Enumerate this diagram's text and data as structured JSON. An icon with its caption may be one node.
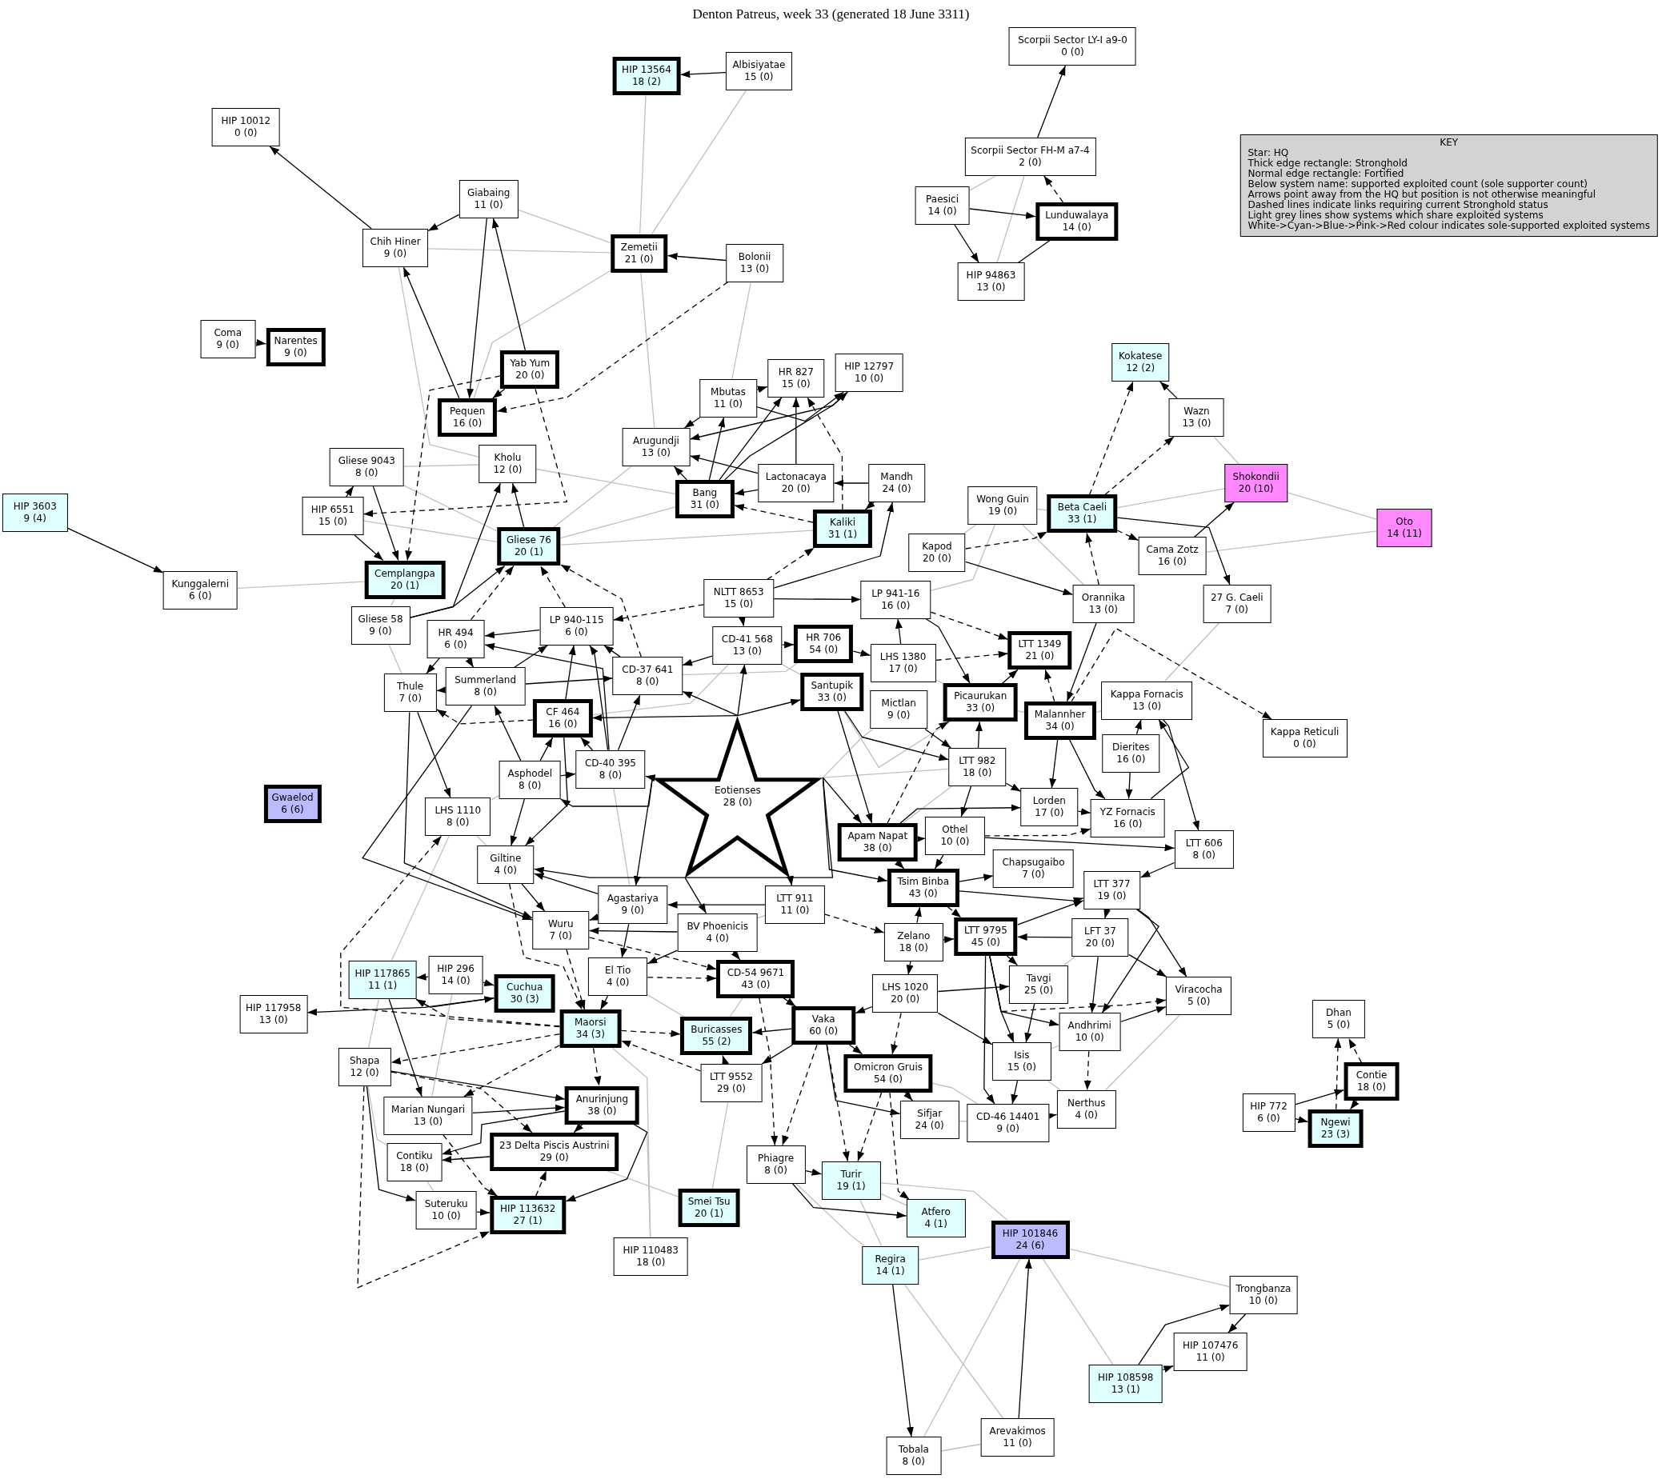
{
  "diagram": {
    "title": "Denton Patreus, week 33 (generated 18 June 3311)",
    "nodes": [
      {
        "text": [
          "HIP 13564",
          "18 (2)"
        ]
      },
      {
        "text": [
          "Albisiyatae",
          "15 (0)"
        ]
      },
      {
        "text": [
          "Scorpii Sector LY-I a9-0",
          "0 (0)"
        ]
      },
      {
        "text": [
          "HIP 10012",
          "0 (0)"
        ]
      },
      {
        "text": [
          "Scorpii Sector FH-M a7-4",
          "2 (0)"
        ]
      },
      {
        "text": [
          "KEY",
          "Star: HQ",
          "Thick edge rectangle: Stronghold",
          "Normal edge rectangle: Fortified",
          "Below system name: supported exploited count (sole supporter count)",
          "Arrows point away from the HQ but position is not otherwise meaningful",
          "Dashed lines indicate links requiring current Stronghold status",
          "Light grey lines show systems which share exploited systems",
          "White->Cyan->Blue->Pink->Red colour indicates sole-supported exploited systems"
        ]
      },
      {
        "text": [
          "Giabaing",
          "11 (0)"
        ]
      },
      {
        "text": [
          "Paesici",
          "14 (0)"
        ]
      },
      {
        "text": [
          "Lunduwalaya",
          "14 (0)"
        ]
      },
      {
        "text": [
          "Chih Hiner",
          "9 (0)"
        ]
      },
      {
        "text": [
          "Zemetii",
          "21 (0)"
        ]
      },
      {
        "text": [
          "Bolonii",
          "13 (0)"
        ]
      },
      {
        "text": [
          "HIP 94863",
          "13 (0)"
        ]
      },
      {
        "text": [
          "Coma",
          "9 (0)"
        ]
      },
      {
        "text": [
          "Narentes",
          "9 (0)"
        ]
      },
      {
        "text": [
          "Kokatese",
          "12 (2)"
        ]
      },
      {
        "text": [
          "Yab Yum",
          "20 (0)"
        ]
      },
      {
        "text": [
          "HR 827",
          "15 (0)"
        ]
      },
      {
        "text": [
          "HIP 12797",
          "10 (0)"
        ]
      },
      {
        "text": [
          "Mbutas",
          "11 (0)"
        ]
      },
      {
        "text": [
          "Pequen",
          "16 (0)"
        ]
      },
      {
        "text": [
          "Wazn",
          "13 (0)"
        ]
      },
      {
        "text": [
          "Arugundji",
          "13 (0)"
        ]
      },
      {
        "text": [
          "Kholu",
          "12 (0)"
        ]
      },
      {
        "text": [
          "Gliese 9043",
          "8 (0)"
        ]
      },
      {
        "text": [
          "Lactonacaya",
          "20 (0)"
        ]
      },
      {
        "text": [
          "Mandh",
          "24 (0)"
        ]
      },
      {
        "text": [
          "Shokondii",
          "20 (10)"
        ]
      },
      {
        "text": [
          "Bang",
          "31 (0)"
        ]
      },
      {
        "text": [
          "Wong Guin",
          "19 (0)"
        ]
      },
      {
        "text": [
          "HIP 3603",
          "9 (4)"
        ]
      },
      {
        "text": [
          "Beta Caeli",
          "33 (1)"
        ]
      },
      {
        "text": [
          "HIP 6551",
          "15 (0)"
        ]
      },
      {
        "text": [
          "Oto",
          "14 (11)"
        ]
      },
      {
        "text": [
          "Kaliki",
          "31 (1)"
        ]
      },
      {
        "text": [
          "Gliese 76",
          "20 (1)"
        ]
      },
      {
        "text": [
          "Cama Zotz",
          "16 (0)"
        ]
      },
      {
        "text": [
          "Kapod",
          "20 (0)"
        ]
      },
      {
        "text": [
          "Cemplangpa",
          "20 (1)"
        ]
      },
      {
        "text": [
          "Kunggalerni",
          "6 (0)"
        ]
      },
      {
        "text": [
          "27 G. Caeli",
          "7 (0)"
        ]
      },
      {
        "text": [
          "Orannika",
          "13 (0)"
        ]
      },
      {
        "text": [
          "NLTT 8653",
          "15 (0)"
        ]
      },
      {
        "text": [
          "LP 941-16",
          "16 (0)"
        ]
      },
      {
        "text": [
          "LP 940-115",
          "6 (0)"
        ]
      },
      {
        "text": [
          "Gliese 58",
          "9 (0)"
        ]
      },
      {
        "text": [
          "HR 494",
          "6 (0)"
        ]
      },
      {
        "text": [
          "CD-41 568",
          "13 (0)"
        ]
      },
      {
        "text": [
          "HR 706",
          "54 (0)"
        ]
      },
      {
        "text": [
          "LTT 1349",
          "21 (0)"
        ]
      },
      {
        "text": [
          "LHS 1380",
          "17 (0)"
        ]
      },
      {
        "text": [
          "CD-37 641",
          "8 (0)"
        ]
      },
      {
        "text": [
          "Summerland",
          "8 (0)"
        ]
      },
      {
        "text": [
          "Thule",
          "7 (0)"
        ]
      },
      {
        "text": [
          "Santupik",
          "33 (0)"
        ]
      },
      {
        "text": [
          "Kappa Fornacis",
          "13 (0)"
        ]
      },
      {
        "text": [
          "Picaurukan",
          "33 (0)"
        ]
      },
      {
        "text": [
          "Mictlan",
          "9 (0)"
        ]
      },
      {
        "text": [
          "CF 464",
          "16 (0)"
        ]
      },
      {
        "text": [
          "Malannher",
          "34 (0)"
        ]
      },
      {
        "text": [
          "Kappa Reticuli",
          "0 (0)"
        ]
      },
      {
        "text": [
          "Dierites",
          "16 (0)"
        ]
      },
      {
        "text": [
          "CD-40 395",
          "8 (0)"
        ]
      },
      {
        "text": [
          "Asphodel",
          "8 (0)"
        ]
      },
      {
        "text": [
          "LTT 982",
          "18 (0)"
        ]
      },
      {
        "text": [
          "Eotienses",
          "28 (0)"
        ]
      },
      {
        "text": [
          "Gwaelod",
          "6 (6)"
        ]
      },
      {
        "text": [
          "Lorden",
          "17 (0)"
        ]
      },
      {
        "text": [
          "LHS 1110",
          "8 (0)"
        ]
      },
      {
        "text": [
          "Othel",
          "10 (0)"
        ]
      },
      {
        "text": [
          "YZ Fornacis",
          "16 (0)"
        ]
      },
      {
        "text": [
          "Apam Napat",
          "38 (0)"
        ]
      },
      {
        "text": [
          "LTT 606",
          "8 (0)"
        ]
      },
      {
        "text": [
          "Giltine",
          "4 (0)"
        ]
      },
      {
        "text": [
          "Chapsugaibo",
          "7 (0)"
        ]
      },
      {
        "text": [
          "Tsim Binba",
          "43 (0)"
        ]
      },
      {
        "text": [
          "LTT 377",
          "19 (0)"
        ]
      },
      {
        "text": [
          "Agastariya",
          "9 (0)"
        ]
      },
      {
        "text": [
          "LTT 911",
          "11 (0)"
        ]
      },
      {
        "text": [
          "Wuru",
          "7 (0)"
        ]
      },
      {
        "text": [
          "BV Phoenicis",
          "4 (0)"
        ]
      },
      {
        "text": [
          "LTT 9795",
          "45 (0)"
        ]
      },
      {
        "text": [
          "LFT 37",
          "20 (0)"
        ]
      },
      {
        "text": [
          "Zelano",
          "18 (0)"
        ]
      },
      {
        "text": [
          "HIP 296",
          "14 (0)"
        ]
      },
      {
        "text": [
          "HIP 117865",
          "11 (1)"
        ]
      },
      {
        "text": [
          "El Tio",
          "4 (0)"
        ]
      },
      {
        "text": [
          "CD-54 9671",
          "43 (0)"
        ]
      },
      {
        "text": [
          "Tavgi",
          "25 (0)"
        ]
      },
      {
        "text": [
          "Cuchua",
          "30 (3)"
        ]
      },
      {
        "text": [
          "LHS 1020",
          "20 (0)"
        ]
      },
      {
        "text": [
          "Viracocha",
          "5 (0)"
        ]
      },
      {
        "text": [
          "HIP 117958",
          "13 (0)"
        ]
      },
      {
        "text": [
          "Dhan",
          "5 (0)"
        ]
      },
      {
        "text": [
          "Maorsi",
          "34 (3)"
        ]
      },
      {
        "text": [
          "Vaka",
          "60 (0)"
        ]
      },
      {
        "text": [
          "Andhrimi",
          "10 (0)"
        ]
      },
      {
        "text": [
          "Buricasses",
          "55 (2)"
        ]
      },
      {
        "text": [
          "Isis",
          "15 (0)"
        ]
      },
      {
        "text": [
          "Shapa",
          "12 (0)"
        ]
      },
      {
        "text": [
          "Omicron Gruis",
          "54 (0)"
        ]
      },
      {
        "text": [
          "LTT 9552",
          "29 (0)"
        ]
      },
      {
        "text": [
          "Contie",
          "18 (0)"
        ]
      },
      {
        "text": [
          "Nerthus",
          "4 (0)"
        ]
      },
      {
        "text": [
          "Anurinjung",
          "38 (0)"
        ]
      },
      {
        "text": [
          "Marian Nungari",
          "13 (0)"
        ]
      },
      {
        "text": [
          "HIP 772",
          "6 (0)"
        ]
      },
      {
        "text": [
          "Sifjar",
          "24 (0)"
        ]
      },
      {
        "text": [
          "CD-46 14401",
          "9 (0)"
        ]
      },
      {
        "text": [
          "Ngewi",
          "23 (3)"
        ]
      },
      {
        "text": [
          "23 Delta Piscis Austrini",
          "29 (0)"
        ]
      },
      {
        "text": [
          "Contiku",
          "18 (0)"
        ]
      },
      {
        "text": [
          "Phiagre",
          "8 (0)"
        ]
      },
      {
        "text": [
          "Turir",
          "19 (1)"
        ]
      },
      {
        "text": [
          "Smei Tsu",
          "20 (1)"
        ]
      },
      {
        "text": [
          "Suteruku",
          "10 (0)"
        ]
      },
      {
        "text": [
          "HIP 113632",
          "27 (1)"
        ]
      },
      {
        "text": [
          "Atfero",
          "4 (1)"
        ]
      },
      {
        "text": [
          "HIP 101846",
          "24 (6)"
        ]
      },
      {
        "text": [
          "Regira",
          "14 (1)"
        ]
      },
      {
        "text": [
          "HIP 110483",
          "18 (0)"
        ]
      },
      {
        "text": [
          "Trongbanza",
          "10 (0)"
        ]
      },
      {
        "text": [
          "HIP 107476",
          "11 (0)"
        ]
      },
      {
        "text": [
          "HIP 108598",
          "13 (1)"
        ]
      },
      {
        "text": [
          "Arevakimos",
          "11 (0)"
        ]
      },
      {
        "text": [
          "Tobala",
          "8 (0)"
        ]
      }
    ],
    "edges": [
      {
        "from": 1,
        "to": 0,
        "arrow": "to"
      },
      {
        "from": 4,
        "to": 2,
        "arrow": "to"
      },
      {
        "from": 7,
        "to": 8,
        "arrow": "to"
      },
      {
        "from": 7,
        "to": 12,
        "arrow": "to"
      },
      {
        "from": 9,
        "to": 3,
        "arrow": "to"
      },
      {
        "from": 6,
        "to": 9,
        "arrow": "to"
      },
      {
        "from": 6,
        "to": 20,
        "arrow": "to"
      },
      {
        "from": 16,
        "to": 6,
        "arrow": "to"
      },
      {
        "from": 20,
        "to": 9,
        "arrow": "to"
      },
      {
        "from": 11,
        "to": 10,
        "arrow": "to"
      },
      {
        "from": 13,
        "to": 14,
        "arrow": "to"
      },
      {
        "from": 16,
        "to": 20,
        "arrow": "to"
      },
      {
        "from": 32,
        "to": 24,
        "arrow": "to"
      },
      {
        "from": 24,
        "to": 38,
        "arrow": "to"
      },
      {
        "from": 32,
        "to": 38,
        "arrow": "to"
      },
      {
        "from": 35,
        "to": 23,
        "arrow": "to"
      },
      {
        "from": 45,
        "to": 23,
        "arrow": "to"
      },
      {
        "from": 45,
        "to": 35,
        "arrow": "to"
      },
      {
        "from": 30,
        "to": 39,
        "arrow": "to"
      },
      {
        "from": 19,
        "to": 22,
        "arrow": "to"
      },
      {
        "from": 28,
        "to": 19,
        "arrow": "to"
      },
      {
        "from": 28,
        "to": 17,
        "arrow": "to"
      },
      {
        "from": 28,
        "to": 18,
        "arrow": "to"
      },
      {
        "from": 28,
        "to": 22,
        "arrow": "to"
      },
      {
        "from": 19,
        "to": 17,
        "arrow": "to"
      },
      {
        "from": 19,
        "to": 18,
        "arrow": "to"
      },
      {
        "from": 25,
        "to": 28,
        "arrow": "to"
      },
      {
        "from": 25,
        "to": 22,
        "arrow": "to"
      },
      {
        "from": 25,
        "to": 17,
        "arrow": "to"
      },
      {
        "from": 26,
        "to": 25,
        "arrow": "to"
      },
      {
        "from": 26,
        "to": 34,
        "arrow": "to"
      },
      {
        "from": 18,
        "to": 22,
        "arrow": "to"
      },
      {
        "from": 42,
        "to": 26,
        "arrow": "to"
      },
      {
        "from": 21,
        "to": 15,
        "arrow": "to"
      },
      {
        "from": 36,
        "to": 27,
        "arrow": "to"
      },
      {
        "from": 31,
        "to": 40,
        "arrow": "to"
      },
      {
        "from": 37,
        "to": 41,
        "arrow": "to"
      },
      {
        "from": 41,
        "to": 59,
        "arrow": "to"
      },
      {
        "from": 50,
        "to": 43,
        "arrow": "to"
      },
      {
        "from": 43,
        "to": 56,
        "arrow": "to"
      },
      {
        "from": 48,
        "to": 50,
        "arrow": "to"
      },
      {
        "from": 47,
        "to": 48,
        "arrow": "to"
      },
      {
        "from": 47,
        "to": 51,
        "arrow": "to"
      },
      {
        "from": 42,
        "to": 47,
        "arrow": "to"
      },
      {
        "from": 42,
        "to": 43,
        "arrow": "to"
      },
      {
        "from": 44,
        "to": 46,
        "arrow": "to"
      },
      {
        "from": 62,
        "to": 46,
        "arrow": "to"
      },
      {
        "from": 46,
        "to": 53,
        "arrow": "to"
      },
      {
        "from": 46,
        "to": 52,
        "arrow": "to"
      },
      {
        "from": 52,
        "to": 51,
        "arrow": "to"
      },
      {
        "from": 52,
        "to": 44,
        "arrow": "to"
      },
      {
        "from": 51,
        "to": 44,
        "arrow": "to"
      },
      {
        "from": 58,
        "to": 44,
        "arrow": "to"
      },
      {
        "from": 62,
        "to": 44,
        "arrow": "to"
      },
      {
        "from": 62,
        "to": 51,
        "arrow": "to"
      },
      {
        "from": 63,
        "to": 58,
        "arrow": "to"
      },
      {
        "from": 62,
        "to": 58,
        "arrow": "to"
      },
      {
        "from": 63,
        "to": 62,
        "arrow": "to"
      },
      {
        "from": 63,
        "to": 52,
        "arrow": "to"
      },
      {
        "from": 65,
        "to": 62,
        "arrow": "to"
      },
      {
        "from": 65,
        "to": 63,
        "arrow": "to"
      },
      {
        "from": 65,
        "to": 73,
        "arrow": "to"
      },
      {
        "from": 53,
        "to": 68,
        "arrow": "to"
      },
      {
        "from": 63,
        "to": 73,
        "arrow": "to"
      },
      {
        "from": 58,
        "to": 73,
        "arrow": "to"
      },
      {
        "from": 52,
        "to": 53,
        "arrow": "to"
      },
      {
        "from": 65,
        "to": 58,
        "arrow": "to"
      },
      {
        "from": 65,
        "to": 78,
        "arrow": "to"
      },
      {
        "from": 65,
        "to": 77,
        "arrow": "to"
      },
      {
        "from": 65,
        "to": 80,
        "arrow": "to"
      },
      {
        "from": 65,
        "to": 47,
        "arrow": "to"
      },
      {
        "from": 65,
        "to": 54,
        "arrow": "to"
      },
      {
        "from": 65,
        "to": 51,
        "arrow": "to"
      },
      {
        "from": 56,
        "to": 49,
        "arrow": "to"
      },
      {
        "from": 64,
        "to": 56,
        "arrow": "to"
      },
      {
        "from": 61,
        "to": 55,
        "arrow": "to"
      },
      {
        "from": 61,
        "to": 70,
        "arrow": "to"
      },
      {
        "from": 59,
        "to": 70,
        "arrow": "to"
      },
      {
        "from": 59,
        "to": 67,
        "arrow": "to"
      },
      {
        "from": 70,
        "to": 55,
        "arrow": "to"
      },
      {
        "from": 55,
        "to": 72,
        "arrow": "to"
      },
      {
        "from": 69,
        "to": 72,
        "arrow": "to"
      },
      {
        "from": 72,
        "to": 76,
        "arrow": "to"
      },
      {
        "from": 71,
        "to": 69,
        "arrow": "to"
      },
      {
        "from": 64,
        "to": 69,
        "arrow": "to"
      },
      {
        "from": 64,
        "to": 67,
        "arrow": "to"
      },
      {
        "from": 54,
        "to": 64,
        "arrow": "to"
      },
      {
        "from": 57,
        "to": 64,
        "arrow": "to"
      },
      {
        "from": 54,
        "to": 71,
        "arrow": "to"
      },
      {
        "from": 71,
        "to": 75,
        "arrow": "to"
      },
      {
        "from": 69,
        "to": 75,
        "arrow": "to"
      },
      {
        "from": 71,
        "to": 67,
        "arrow": "to"
      },
      {
        "from": 75,
        "to": 74,
        "arrow": "to"
      },
      {
        "from": 75,
        "to": 76,
        "arrow": "to"
      },
      {
        "from": 83,
        "to": 75,
        "arrow": "to"
      },
      {
        "from": 83,
        "to": 81,
        "arrow": "to"
      },
      {
        "from": 82,
        "to": 81,
        "arrow": "to"
      },
      {
        "from": 76,
        "to": 82,
        "arrow": "to"
      },
      {
        "from": 81,
        "to": 76,
        "arrow": "to"
      },
      {
        "from": 76,
        "to": 91,
        "arrow": "to"
      },
      {
        "from": 82,
        "to": 91,
        "arrow": "to"
      },
      {
        "from": 82,
        "to": 96,
        "arrow": "to"
      },
      {
        "from": 76,
        "to": 96,
        "arrow": "to"
      },
      {
        "from": 81,
        "to": 88,
        "arrow": "to"
      },
      {
        "from": 81,
        "to": 98,
        "arrow": "to"
      },
      {
        "from": 81,
        "to": 108,
        "arrow": "to"
      },
      {
        "from": 81,
        "to": 96,
        "arrow": "to"
      },
      {
        "from": 90,
        "to": 88,
        "arrow": "to"
      },
      {
        "from": 83,
        "to": 90,
        "arrow": "to"
      },
      {
        "from": 90,
        "to": 95,
        "arrow": "to"
      },
      {
        "from": 90,
        "to": 98,
        "arrow": "to"
      },
      {
        "from": 88,
        "to": 98,
        "arrow": "to"
      },
      {
        "from": 98,
        "to": 108,
        "arrow": "to"
      },
      {
        "from": 108,
        "to": 103,
        "arrow": "to"
      },
      {
        "from": 96,
        "to": 91,
        "arrow": "to"
      },
      {
        "from": 95,
        "to": 100,
        "arrow": "to"
      },
      {
        "from": 95,
        "to": 107,
        "arrow": "to"
      },
      {
        "from": 100,
        "to": 107,
        "arrow": "to"
      },
      {
        "from": 112,
        "to": 113,
        "arrow": "to"
      },
      {
        "from": 112,
        "to": 117,
        "arrow": "to"
      },
      {
        "from": 95,
        "to": 97,
        "arrow": "to"
      },
      {
        "from": 95,
        "to": 101,
        "arrow": "to"
      },
      {
        "from": 101,
        "to": 97,
        "arrow": "to"
      },
      {
        "from": 87,
        "to": 95,
        "arrow": "to"
      },
      {
        "from": 80,
        "to": 87,
        "arrow": "to"
      },
      {
        "from": 77,
        "to": 86,
        "arrow": "to"
      },
      {
        "from": 77,
        "to": 79,
        "arrow": "to"
      },
      {
        "from": 80,
        "to": 79,
        "arrow": "to"
      },
      {
        "from": 80,
        "to": 86,
        "arrow": "to"
      },
      {
        "from": 78,
        "to": 77,
        "arrow": "to"
      },
      {
        "from": 86,
        "to": 94,
        "arrow": "to"
      },
      {
        "from": 73,
        "to": 79,
        "arrow": "to"
      },
      {
        "from": 53,
        "to": 79,
        "arrow": "to"
      },
      {
        "from": 52,
        "to": 79,
        "arrow": "to"
      },
      {
        "from": 77,
        "to": 73,
        "arrow": "to"
      },
      {
        "from": 84,
        "to": 85,
        "arrow": "to"
      },
      {
        "from": 84,
        "to": 89,
        "arrow": "to"
      },
      {
        "from": 89,
        "to": 92,
        "arrow": "to"
      },
      {
        "from": 85,
        "to": 89,
        "arrow": "to"
      },
      {
        "from": 85,
        "to": 105,
        "arrow": "to"
      },
      {
        "from": 99,
        "to": 104,
        "arrow": "to"
      },
      {
        "from": 105,
        "to": 104,
        "arrow": "to"
      },
      {
        "from": 104,
        "to": 111,
        "arrow": "to"
      },
      {
        "from": 110,
        "to": 111,
        "arrow": "to"
      },
      {
        "from": 104,
        "to": 110,
        "arrow": "to"
      },
      {
        "from": 104,
        "to": 116,
        "arrow": "to"
      },
      {
        "from": 115,
        "to": 116,
        "arrow": "to"
      },
      {
        "from": 99,
        "to": 115,
        "arrow": "to"
      },
      {
        "from": 121,
        "to": 122,
        "arrow": "to"
      },
      {
        "from": 123,
        "to": 121,
        "arrow": "to"
      },
      {
        "from": 123,
        "to": 122,
        "arrow": "to"
      },
      {
        "from": 124,
        "to": 118,
        "arrow": "to"
      },
      {
        "from": 119,
        "to": 125,
        "arrow": "to"
      },
      {
        "from": 106,
        "to": 102,
        "arrow": "to"
      },
      {
        "from": 106,
        "to": 109,
        "arrow": "to"
      },
      {
        "from": 102,
        "to": 109,
        "arrow": "to"
      },
      {
        "from": 65,
        "to": 71,
        "arrow": "to"
      },
      {
        "from": 65,
        "to": 75,
        "arrow": "to"
      },
      {
        "from": 12,
        "to": 8,
        "arrow": "none"
      },
      {
        "from": 8,
        "to": 4,
        "arrow": "to",
        "style": "dashed"
      },
      {
        "from": 11,
        "to": 20,
        "arrow": "to",
        "style": "dashed"
      },
      {
        "from": 16,
        "to": 32,
        "arrow": "to",
        "style": "dashed"
      },
      {
        "from": 16,
        "to": 38,
        "arrow": "to",
        "style": "dashed"
      },
      {
        "from": 46,
        "to": 35,
        "arrow": "to",
        "style": "dashed"
      },
      {
        "from": 44,
        "to": 35,
        "arrow": "to",
        "style": "dashed"
      },
      {
        "from": 51,
        "to": 35,
        "arrow": "to",
        "style": "dashed"
      },
      {
        "from": 34,
        "to": 28,
        "arrow": "to",
        "style": "dashed"
      },
      {
        "from": 34,
        "to": 17,
        "arrow": "to",
        "style": "dashed"
      },
      {
        "from": 42,
        "to": 34,
        "arrow": "to",
        "style": "dashed"
      },
      {
        "from": 31,
        "to": 15,
        "arrow": "to",
        "style": "dashed"
      },
      {
        "from": 31,
        "to": 21,
        "arrow": "to",
        "style": "dashed"
      },
      {
        "from": 31,
        "to": 36,
        "arrow": "to",
        "style": "dashed"
      },
      {
        "from": 41,
        "to": 31,
        "arrow": "to",
        "style": "dashed"
      },
      {
        "from": 37,
        "to": 31,
        "arrow": "to",
        "style": "dashed"
      },
      {
        "from": 43,
        "to": 49,
        "arrow": "to",
        "style": "dashed"
      },
      {
        "from": 50,
        "to": 49,
        "arrow": "to",
        "style": "dashed"
      },
      {
        "from": 42,
        "to": 44,
        "arrow": "to",
        "style": "dashed"
      },
      {
        "from": 58,
        "to": 53,
        "arrow": "to",
        "style": "dashed"
      },
      {
        "from": 59,
        "to": 49,
        "arrow": "to",
        "style": "dashed"
      },
      {
        "from": 71,
        "to": 56,
        "arrow": "to",
        "style": "dashed"
      },
      {
        "from": 59,
        "to": 60,
        "arrow": "to",
        "style": "dashed"
      },
      {
        "from": 67,
        "to": 70,
        "arrow": "to",
        "style": "dashed"
      },
      {
        "from": 69,
        "to": 70,
        "arrow": "to",
        "style": "dashed"
      },
      {
        "from": 75,
        "to": 81,
        "arrow": "to",
        "style": "dashed"
      },
      {
        "from": 81,
        "to": 91,
        "arrow": "to",
        "style": "dashed"
      },
      {
        "from": 90,
        "to": 100,
        "arrow": "to",
        "style": "dashed"
      },
      {
        "from": 96,
        "to": 103,
        "arrow": "to",
        "style": "dashed"
      },
      {
        "from": 100,
        "to": 117,
        "arrow": "to",
        "style": "dashed"
      },
      {
        "from": 100,
        "to": 113,
        "arrow": "to",
        "style": "dashed"
      },
      {
        "from": 95,
        "to": 113,
        "arrow": "to",
        "style": "dashed"
      },
      {
        "from": 95,
        "to": 112,
        "arrow": "to",
        "style": "dashed"
      },
      {
        "from": 87,
        "to": 112,
        "arrow": "to",
        "style": "dashed"
      },
      {
        "from": 101,
        "to": 94,
        "arrow": "to",
        "style": "dashed"
      },
      {
        "from": 94,
        "to": 97,
        "arrow": "to",
        "style": "dashed"
      },
      {
        "from": 94,
        "to": 104,
        "arrow": "to",
        "style": "dashed"
      },
      {
        "from": 94,
        "to": 99,
        "arrow": "to",
        "style": "dashed"
      },
      {
        "from": 94,
        "to": 105,
        "arrow": "to",
        "style": "dashed"
      },
      {
        "from": 94,
        "to": 85,
        "arrow": "to",
        "style": "dashed"
      },
      {
        "from": 94,
        "to": 68,
        "arrow": "to",
        "style": "dashed"
      },
      {
        "from": 86,
        "to": 87,
        "arrow": "to",
        "style": "dashed"
      },
      {
        "from": 79,
        "to": 87,
        "arrow": "to",
        "style": "dashed"
      },
      {
        "from": 78,
        "to": 83,
        "arrow": "to",
        "style": "dashed"
      },
      {
        "from": 79,
        "to": 94,
        "arrow": "to",
        "style": "dashed"
      },
      {
        "from": 73,
        "to": 94,
        "arrow": "to",
        "style": "dashed"
      },
      {
        "from": 116,
        "to": 110,
        "arrow": "to",
        "style": "dashed"
      },
      {
        "from": 99,
        "to": 116,
        "arrow": "to",
        "style": "dashed"
      },
      {
        "from": 105,
        "to": 116,
        "arrow": "to",
        "style": "dashed"
      },
      {
        "from": 99,
        "to": 110,
        "arrow": "to",
        "style": "dashed"
      },
      {
        "from": 102,
        "to": 93,
        "arrow": "to",
        "style": "dashed"
      },
      {
        "from": 109,
        "to": 93,
        "arrow": "to",
        "style": "dashed"
      },
      {
        "from": 0,
        "to": 10,
        "arrow": "none",
        "color": "#c0c0c0"
      },
      {
        "from": 1,
        "to": 10,
        "arrow": "none",
        "color": "#c0c0c0"
      },
      {
        "from": 10,
        "to": 9,
        "arrow": "none",
        "color": "#c0c0c0"
      },
      {
        "from": 10,
        "to": 6,
        "arrow": "none",
        "color": "#c0c0c0"
      },
      {
        "from": 10,
        "to": 20,
        "arrow": "none",
        "color": "#c0c0c0"
      },
      {
        "from": 10,
        "to": 22,
        "arrow": "none",
        "color": "#c0c0c0"
      },
      {
        "from": 11,
        "to": 19,
        "arrow": "none",
        "color": "#c0c0c0"
      },
      {
        "from": 9,
        "to": 23,
        "arrow": "none",
        "color": "#c0c0c0"
      },
      {
        "from": 39,
        "to": 38,
        "arrow": "none",
        "color": "#c0c0c0"
      },
      {
        "from": 24,
        "to": 23,
        "arrow": "none",
        "color": "#c0c0c0"
      },
      {
        "from": 32,
        "to": 35,
        "arrow": "none",
        "color": "#c0c0c0"
      },
      {
        "from": 23,
        "to": 28,
        "arrow": "none",
        "color": "#c0c0c0"
      },
      {
        "from": 35,
        "to": 28,
        "arrow": "none",
        "color": "#c0c0c0"
      },
      {
        "from": 35,
        "to": 34,
        "arrow": "none",
        "color": "#c0c0c0"
      },
      {
        "from": 35,
        "to": 22,
        "arrow": "none",
        "color": "#c0c0c0"
      },
      {
        "from": 27,
        "to": 33,
        "arrow": "none",
        "color": "#c0c0c0"
      },
      {
        "from": 27,
        "to": 31,
        "arrow": "none",
        "color": "#c0c0c0"
      },
      {
        "from": 27,
        "to": 21,
        "arrow": "none",
        "color": "#c0c0c0"
      },
      {
        "from": 33,
        "to": 36,
        "arrow": "none",
        "color": "#c0c0c0"
      },
      {
        "from": 40,
        "to": 55,
        "arrow": "none",
        "color": "#c0c0c0"
      },
      {
        "from": 4,
        "to": 12,
        "arrow": "none",
        "color": "#c0c0c0"
      },
      {
        "from": 4,
        "to": 7,
        "arrow": "none",
        "color": "#c0c0c0"
      },
      {
        "from": 118,
        "to": 121,
        "arrow": "none",
        "color": "#c0c0c0"
      },
      {
        "from": 118,
        "to": 123,
        "arrow": "none",
        "color": "#c0c0c0"
      },
      {
        "from": 118,
        "to": 119,
        "arrow": "none",
        "color": "#c0c0c0"
      },
      {
        "from": 118,
        "to": 125,
        "arrow": "none",
        "color": "#c0c0c0"
      },
      {
        "from": 119,
        "to": 124,
        "arrow": "none",
        "color": "#c0c0c0"
      },
      {
        "from": 125,
        "to": 124,
        "arrow": "none",
        "color": "#c0c0c0"
      },
      {
        "from": 118,
        "to": 113,
        "arrow": "none",
        "color": "#c0c0c0"
      },
      {
        "from": 114,
        "to": 110,
        "arrow": "none",
        "color": "#c0c0c0"
      },
      {
        "from": 114,
        "to": 101,
        "arrow": "none",
        "color": "#c0c0c0"
      },
      {
        "from": 120,
        "to": 104,
        "arrow": "none",
        "color": "#c0c0c0"
      },
      {
        "from": 120,
        "to": 94,
        "arrow": "none",
        "color": "#c0c0c0"
      },
      {
        "from": 85,
        "to": 99,
        "arrow": "none",
        "color": "#c0c0c0"
      },
      {
        "from": 85,
        "to": 68,
        "arrow": "none",
        "color": "#c0c0c0"
      },
      {
        "from": 84,
        "to": 105,
        "arrow": "none",
        "color": "#c0c0c0"
      },
      {
        "from": 113,
        "to": 117,
        "arrow": "none",
        "color": "#c0c0c0"
      },
      {
        "from": 119,
        "to": 113,
        "arrow": "none",
        "color": "#c0c0c0"
      },
      {
        "from": 112,
        "to": 119,
        "arrow": "none",
        "color": "#c0c0c0"
      },
      {
        "from": 103,
        "to": 91,
        "arrow": "none",
        "color": "#c0c0c0"
      },
      {
        "from": 108,
        "to": 107,
        "arrow": "none",
        "color": "#c0c0c0"
      },
      {
        "from": 29,
        "to": 43,
        "arrow": "none",
        "color": "#c0c0c0"
      },
      {
        "from": 29,
        "to": 31,
        "arrow": "none",
        "color": "#c0c0c0"
      },
      {
        "from": 29,
        "to": 41,
        "arrow": "none",
        "color": "#c0c0c0"
      },
      {
        "from": 37,
        "to": 29,
        "arrow": "none",
        "color": "#c0c0c0"
      },
      {
        "from": 65,
        "to": 57,
        "arrow": "none",
        "color": "#c0c0c0"
      },
      {
        "from": 65,
        "to": 64,
        "arrow": "none",
        "color": "#c0c0c0"
      },
      {
        "from": 62,
        "to": 77,
        "arrow": "none",
        "color": "#c0c0c0"
      },
      {
        "from": 58,
        "to": 47,
        "arrow": "none",
        "color": "#c0c0c0"
      },
      {
        "from": 51,
        "to": 48,
        "arrow": "none",
        "color": "#c0c0c0"
      },
      {
        "from": 47,
        "to": 54,
        "arrow": "none",
        "color": "#c0c0c0"
      },
      {
        "from": 54,
        "to": 56,
        "arrow": "none",
        "color": "#c0c0c0"
      },
      {
        "from": 50,
        "to": 56,
        "arrow": "none",
        "color": "#c0c0c0"
      },
      {
        "from": 56,
        "to": 59,
        "arrow": "none",
        "color": "#c0c0c0"
      },
      {
        "from": 59,
        "to": 55,
        "arrow": "none",
        "color": "#c0c0c0"
      },
      {
        "from": 64,
        "to": 71,
        "arrow": "none",
        "color": "#c0c0c0"
      },
      {
        "from": 87,
        "to": 97,
        "arrow": "none",
        "color": "#c0c0c0"
      },
      {
        "from": 86,
        "to": 97,
        "arrow": "none",
        "color": "#c0c0c0"
      },
      {
        "from": 80,
        "to": 78,
        "arrow": "none",
        "color": "#c0c0c0"
      },
      {
        "from": 88,
        "to": 82,
        "arrow": "none",
        "color": "#c0c0c0"
      },
      {
        "from": 98,
        "to": 96,
        "arrow": "none",
        "color": "#c0c0c0"
      },
      {
        "from": 98,
        "to": 103,
        "arrow": "none",
        "color": "#c0c0c0"
      },
      {
        "from": 100,
        "to": 108,
        "arrow": "none",
        "color": "#c0c0c0"
      },
      {
        "from": 45,
        "to": 53,
        "arrow": "none",
        "color": "#c0c0c0"
      },
      {
        "from": 24,
        "to": 35,
        "arrow": "none",
        "color": "#c0c0c0"
      },
      {
        "from": 38,
        "to": 45,
        "arrow": "none",
        "color": "#c0c0c0"
      },
      {
        "from": 73,
        "to": 68,
        "arrow": "none",
        "color": "#c0c0c0"
      },
      {
        "from": 68,
        "to": 63,
        "arrow": "none",
        "color": "#c0c0c0"
      },
      {
        "from": 99,
        "to": 111,
        "arrow": "none",
        "color": "#c0c0c0"
      },
      {
        "from": 111,
        "to": 115,
        "arrow": "none",
        "color": "#c0c0c0"
      }
    ]
  }
}
